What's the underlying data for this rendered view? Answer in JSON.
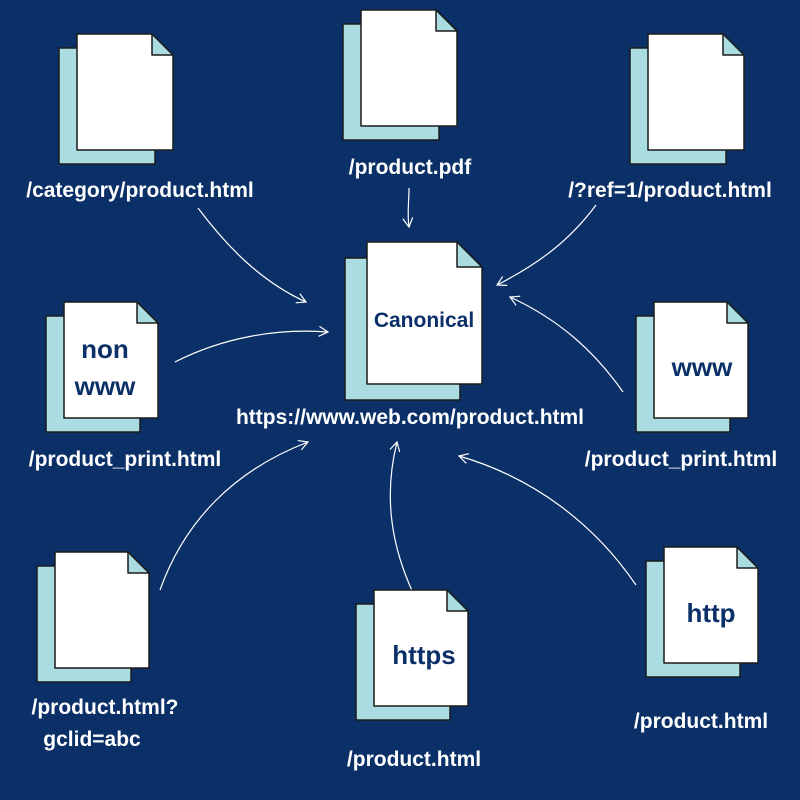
{
  "colors": {
    "background": "#0b3068",
    "page_front": "#ffffff",
    "page_back": "#a9dde2",
    "outline": "#1b1b1b",
    "doc_text": "#0b3068",
    "label_text": "#ffffff",
    "arrow": "#ffffff"
  },
  "canonical": {
    "doc_text": "Canonical",
    "url": "https://www.web.com/product.html"
  },
  "variants": [
    {
      "id": "category",
      "doc_text": [],
      "label": [
        "/category/product.html"
      ]
    },
    {
      "id": "pdf",
      "doc_text": [],
      "label": [
        "/product.pdf"
      ]
    },
    {
      "id": "ref",
      "doc_text": [],
      "label": [
        "/?ref=1/product.html"
      ]
    },
    {
      "id": "non-www",
      "doc_text": [
        "non",
        "www"
      ],
      "label": [
        "/product_print.html"
      ]
    },
    {
      "id": "www",
      "doc_text": [
        "www"
      ],
      "label": [
        "/product_print.html"
      ]
    },
    {
      "id": "gclid",
      "doc_text": [],
      "label": [
        "/product.html?",
        "gclid=abc"
      ]
    },
    {
      "id": "https",
      "doc_text": [
        "https"
      ],
      "label": [
        "/product.html"
      ]
    },
    {
      "id": "http",
      "doc_text": [
        "http"
      ],
      "label": [
        "/product.html"
      ]
    }
  ]
}
